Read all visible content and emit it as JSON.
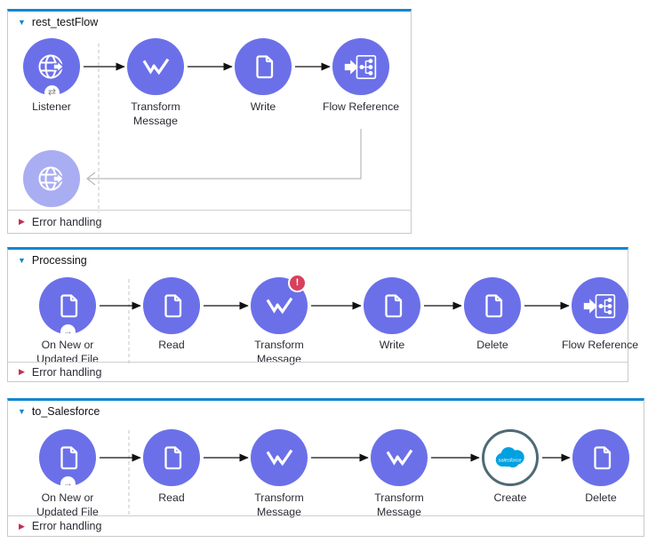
{
  "colors": {
    "flow_top_border_blue": "#1287d1",
    "node_purple": "#6b70e9",
    "node_purple_ghost": "#a9adf2",
    "box_border_gray": "#c9c9c9",
    "error_badge_red": "#d8405c",
    "error_handling_red": "#c03153",
    "salesforce_blue": "#00a1e0",
    "salesforce_ring": "#4e6a75",
    "connector_black": "#111111",
    "connector_gray": "#b9b9b9"
  },
  "icons": {
    "flow_collapse_glyph": "▼",
    "error_expand_glyph": "▶",
    "sync_badge_glyph": "⇄",
    "trigger_badge_glyph": "→",
    "error_badge_glyph": "!",
    "salesforce_logo_text": "salesforce"
  },
  "flows": [
    {
      "title": "rest_testFlow",
      "error_handling_label": "Error handling",
      "nodes": [
        {
          "label": "Listener",
          "type": "http-listener"
        },
        {
          "label": "Transform Message",
          "type": "transform-message"
        },
        {
          "label": "Write",
          "type": "file-write"
        },
        {
          "label": "Flow Reference",
          "type": "flow-reference"
        }
      ],
      "ghost_node": {
        "type": "http-listener"
      }
    },
    {
      "title": "Processing",
      "error_handling_label": "Error handling",
      "nodes": [
        {
          "label": "On New or Updated File",
          "type": "file-listener"
        },
        {
          "label": "Read",
          "type": "file-read"
        },
        {
          "label": "Transform Message",
          "type": "transform-message",
          "has_error_badge": true
        },
        {
          "label": "Write",
          "type": "file-write"
        },
        {
          "label": "Delete",
          "type": "file-delete"
        },
        {
          "label": "Flow Reference",
          "type": "flow-reference"
        }
      ]
    },
    {
      "title": "to_Salesforce",
      "error_handling_label": "Error handling",
      "nodes": [
        {
          "label": "On New or Updated File",
          "type": "file-listener"
        },
        {
          "label": "Read",
          "type": "file-read"
        },
        {
          "label": "Transform Message",
          "type": "transform-message"
        },
        {
          "label": "Transform Message",
          "type": "transform-message"
        },
        {
          "label": "Create",
          "type": "salesforce-create"
        },
        {
          "label": "Delete",
          "type": "file-delete"
        }
      ]
    }
  ]
}
